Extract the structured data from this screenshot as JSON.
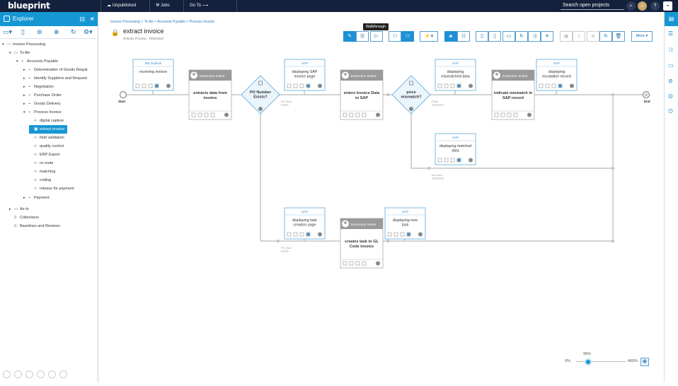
{
  "topbar": {
    "logo": "blueprint",
    "unpublished": "Unpublished",
    "jobs": "Jobs",
    "goto": "Go To ⟶",
    "search_placeholder": "Search open projects"
  },
  "explorer": {
    "title": "Explorer",
    "tree": [
      {
        "label": "Invoice Processing",
        "level": 0,
        "toggle": "▾",
        "icon": "folder-icon",
        "glyph": "▭"
      },
      {
        "label": "To-Be",
        "level": 1,
        "toggle": "▾",
        "icon": "folder-icon",
        "glyph": "▭"
      },
      {
        "label": "Accounts Payable",
        "level": 2,
        "toggle": "▾",
        "icon": "process-icon",
        "glyph": "⌁"
      },
      {
        "label": "Determination of Goods Requir",
        "level": 3,
        "toggle": "▸",
        "icon": "process-icon",
        "glyph": "⌁"
      },
      {
        "label": "Identify Suppliers and Request",
        "level": 3,
        "toggle": "▸",
        "icon": "process-icon",
        "glyph": "⌁"
      },
      {
        "label": "Negotiation",
        "level": 3,
        "toggle": "▸",
        "icon": "process-icon",
        "glyph": "⌁"
      },
      {
        "label": "Purchase Order",
        "level": 3,
        "toggle": "▸",
        "icon": "process-icon",
        "glyph": "⌁"
      },
      {
        "label": "Goods Delivery",
        "level": 3,
        "toggle": "▸",
        "icon": "process-icon",
        "glyph": "⌁"
      },
      {
        "label": "Process Invoice",
        "level": 3,
        "toggle": "▾",
        "icon": "process-icon",
        "glyph": "⌁"
      },
      {
        "label": "digital capture",
        "level": 4,
        "toggle": "",
        "icon": "code-icon",
        "glyph": "‹›"
      },
      {
        "label": "extract invoice",
        "level": 4,
        "toggle": "",
        "icon": "lock-icon",
        "glyph": "▣",
        "selected": true
      },
      {
        "label": "field validation",
        "level": 4,
        "toggle": "",
        "icon": "code-icon",
        "glyph": "‹›"
      },
      {
        "label": "quality control",
        "level": 4,
        "toggle": "",
        "icon": "code-icon",
        "glyph": "‹›"
      },
      {
        "label": "ERP Export",
        "level": 4,
        "toggle": "",
        "icon": "code-icon",
        "glyph": "‹›"
      },
      {
        "label": "re-route",
        "level": 4,
        "toggle": "",
        "icon": "code-icon",
        "glyph": "‹›"
      },
      {
        "label": "matching",
        "level": 4,
        "toggle": "",
        "icon": "code-icon",
        "glyph": "‹›"
      },
      {
        "label": "coding",
        "level": 4,
        "toggle": "",
        "icon": "code-icon",
        "glyph": "‹›"
      },
      {
        "label": "release for payment",
        "level": 4,
        "toggle": "",
        "icon": "code-icon",
        "glyph": "‹›"
      },
      {
        "label": "Payment",
        "level": 3,
        "toggle": "▸",
        "icon": "process-icon",
        "glyph": "⌁"
      },
      {
        "label": "As-Is",
        "level": 1,
        "toggle": "▸",
        "icon": "folder-icon",
        "glyph": "▭"
      },
      {
        "label": "Collections",
        "level": 1,
        "toggle": "",
        "icon": "collection-icon",
        "glyph": "≡"
      },
      {
        "label": "Baselines and Reviews",
        "level": 1,
        "toggle": "",
        "icon": "baseline-icon",
        "glyph": "≡"
      }
    ]
  },
  "breadcrumb": "Invoice Processing > To-Be > Accounts Payable > Process Invoice",
  "artifact": {
    "title": "extract invoice",
    "subtitle": "Robotic Process · RO8:8224"
  },
  "toolbar": {
    "tooltip": "Walkthrough",
    "more": "More ▾"
  },
  "diagram": {
    "start": "Start",
    "end": "End",
    "tasks": [
      {
        "id": "t1",
        "header": "MS Outlook",
        "label": "receiving invoice",
        "kind": "user"
      },
      {
        "id": "t2",
        "header": "Extraction Robot",
        "label": "extracts data from invoice",
        "kind": "robot"
      },
      {
        "id": "t3",
        "header": "SAP",
        "label": "displaying SAP invoice page",
        "kind": "user"
      },
      {
        "id": "t4",
        "header": "Extraction Robot",
        "label": "enters Invoice Data to SAP",
        "kind": "robot"
      },
      {
        "id": "t5",
        "header": "SAP",
        "label": "displaying mismatched data",
        "kind": "user"
      },
      {
        "id": "t6",
        "header": "Extraction Robot",
        "label": "indicate mismatch in SAP record",
        "kind": "robot"
      },
      {
        "id": "t7",
        "header": "SAP",
        "label": "displaying escalation record",
        "kind": "user"
      },
      {
        "id": "t8",
        "header": "SAP",
        "label": "displaying matched data",
        "kind": "user"
      },
      {
        "id": "t9",
        "header": "SAP",
        "label": "displaying task creation page",
        "kind": "user"
      },
      {
        "id": "t10",
        "header": "Extraction Robot",
        "label": "creates task to GL Code invoice",
        "kind": "robot"
      },
      {
        "id": "t11",
        "header": "SAP",
        "label": "displaying new task",
        "kind": "user"
      }
    ],
    "decisions": [
      {
        "id": "d1",
        "label": "PO Number Exists?"
      },
      {
        "id": "d2",
        "label": "price mismatch?"
      }
    ],
    "edge_labels": [
      {
        "id": "e1",
        "label": "PO Num Exists"
      },
      {
        "id": "e2",
        "label": "Price mismatch"
      },
      {
        "id": "e3",
        "label": "No price mismatch"
      },
      {
        "id": "e4",
        "label": "PO Num Exists"
      }
    ]
  },
  "zoom": {
    "min": "0%",
    "max": "400%",
    "current": "95%",
    "value": 0.2375
  },
  "colors": {
    "topbar": "#13213c",
    "accent": "#1597d3",
    "task_border": "#7ab8e0",
    "robot_header": "#9a9a9a"
  }
}
